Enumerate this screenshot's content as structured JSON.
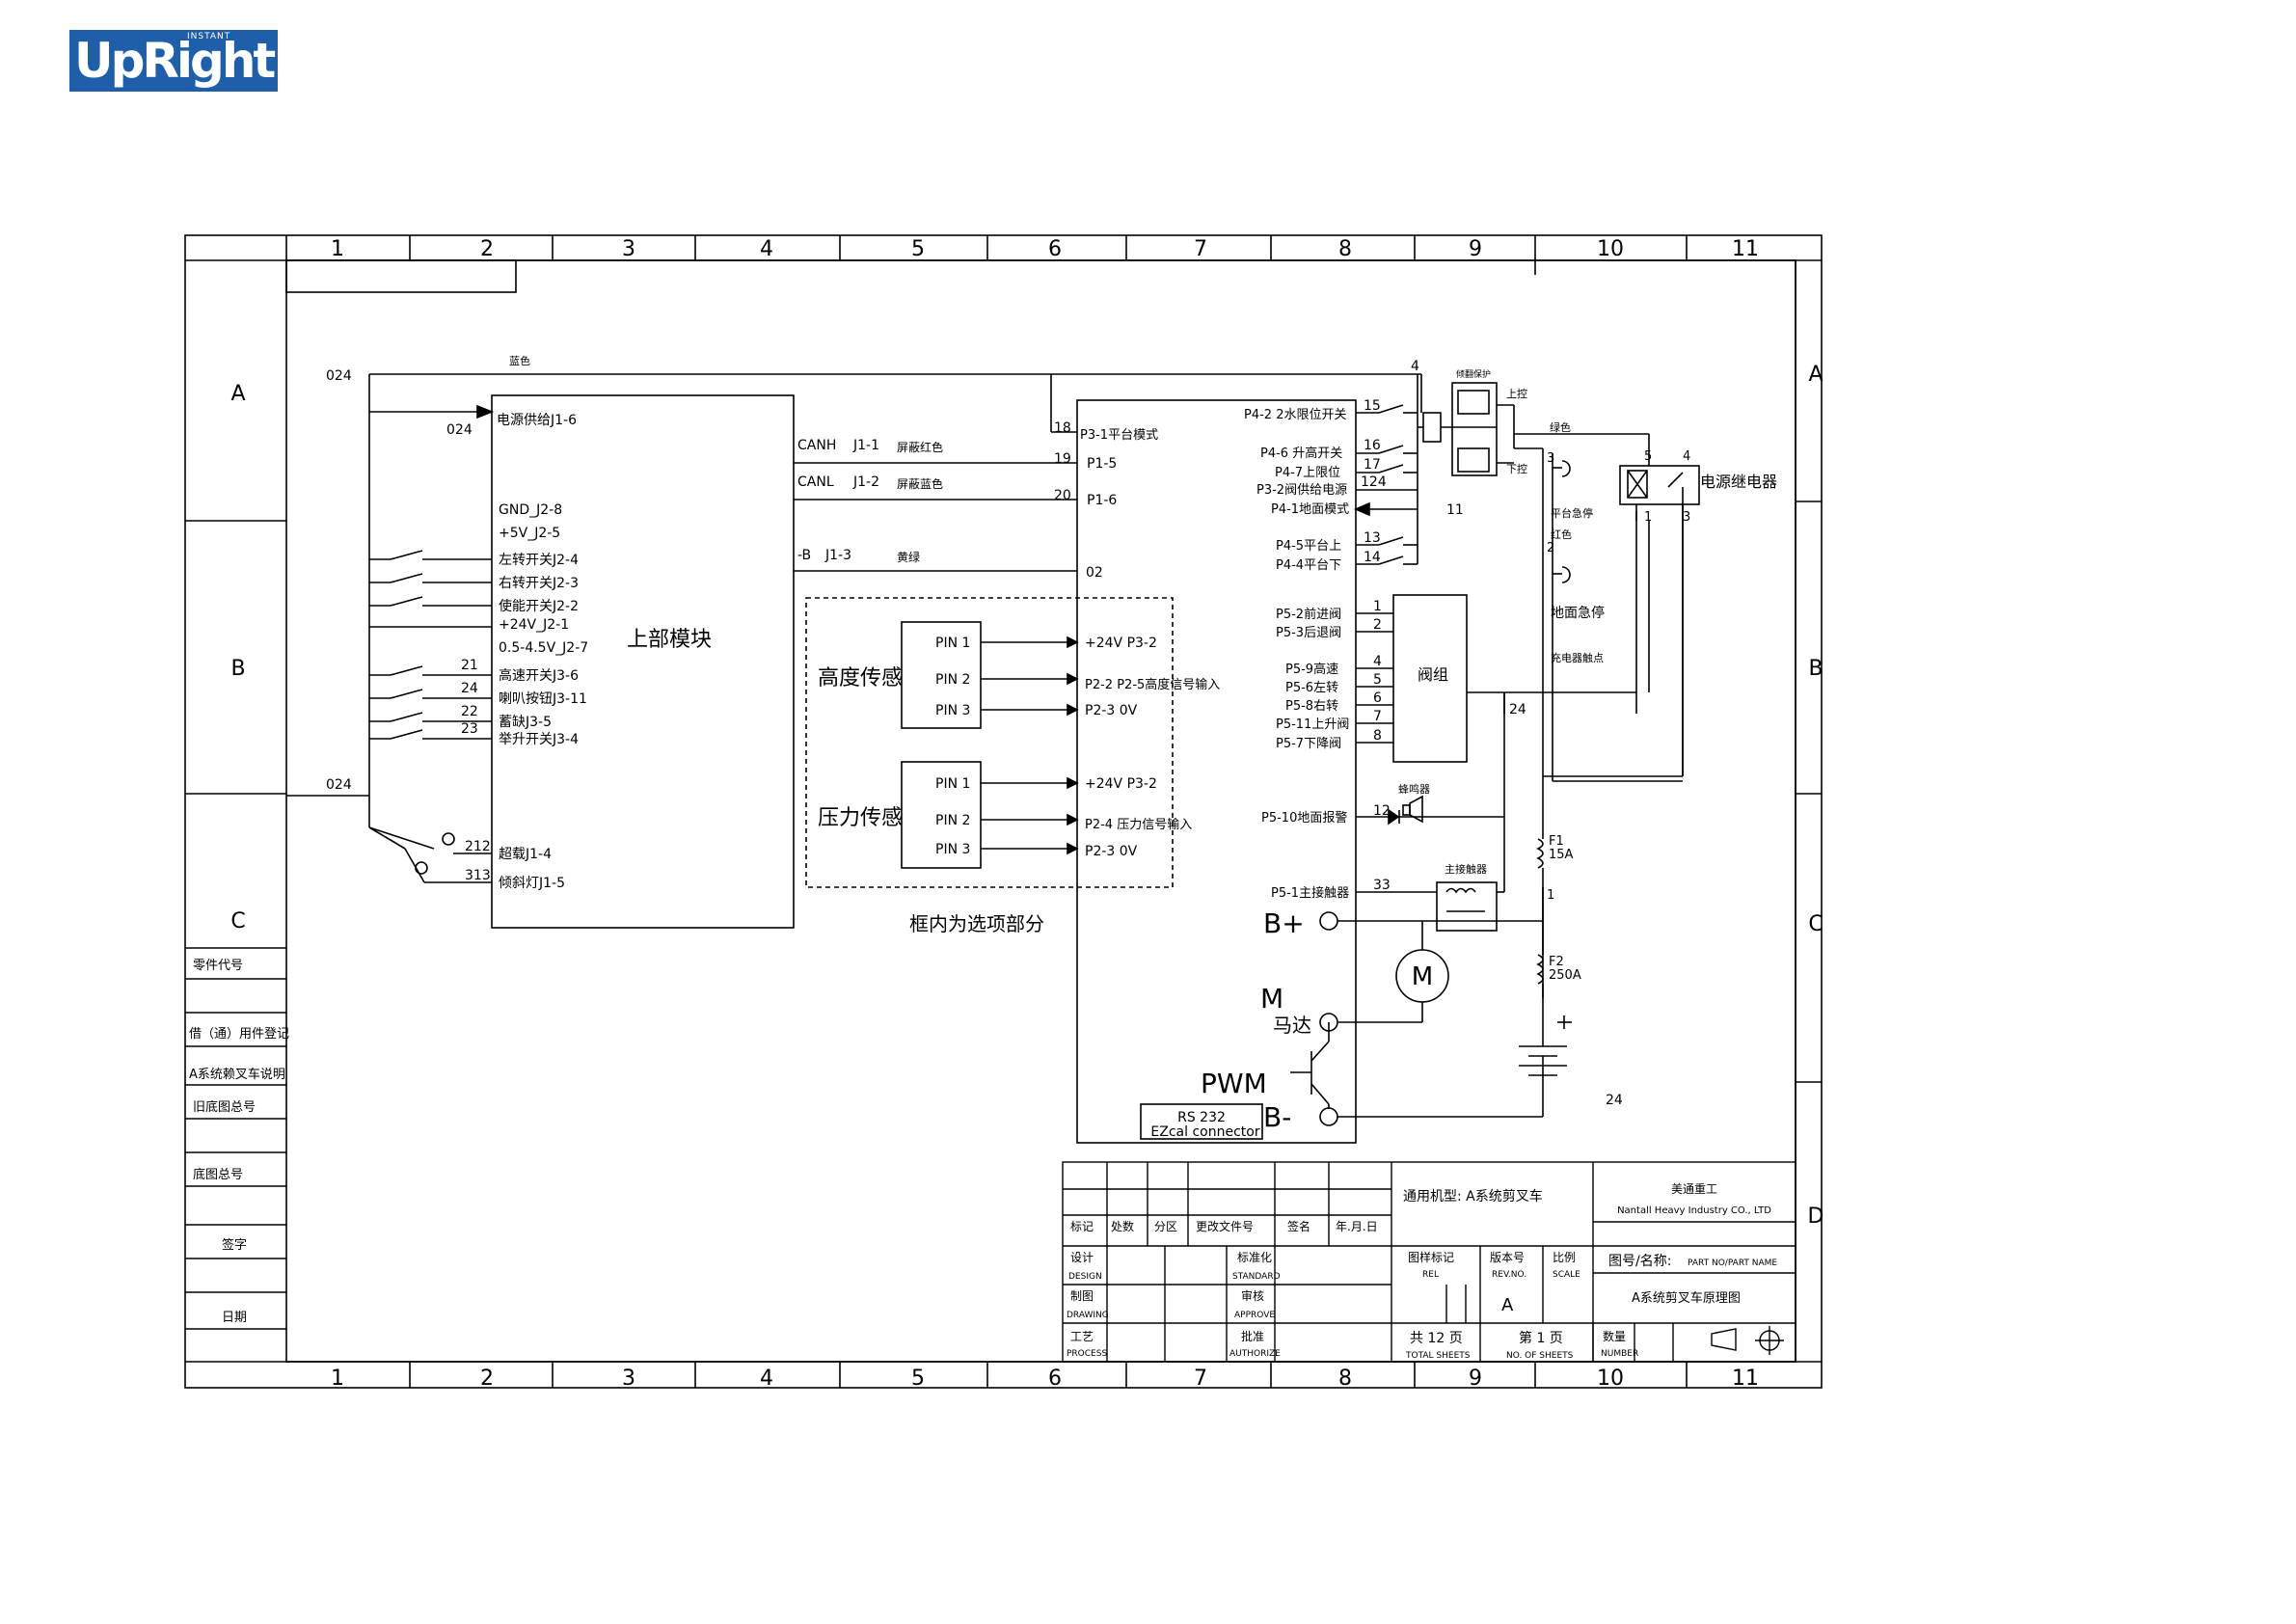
{
  "logo": {
    "brand": "UpRight",
    "tag": "INSTANT"
  },
  "frame": {
    "columns": [
      "1",
      "2",
      "3",
      "4",
      "5",
      "6",
      "7",
      "8",
      "9",
      "10",
      "11"
    ],
    "rows": [
      "A",
      "B",
      "C",
      "D"
    ]
  },
  "side_table": [
    "零件代号",
    "借（通）用件登记",
    "A系统赖叉车说明",
    "旧底图总号",
    "底图总号",
    "签字",
    "日期"
  ],
  "wires": {
    "n024_top": "024",
    "n024_left": "024",
    "n024_bottom": "024",
    "blue": "蓝色",
    "n4": "4",
    "n11": "11",
    "n24a": "24",
    "n24b": "24",
    "green": "绿色"
  },
  "upper_module": {
    "title": "上部模块",
    "power": "电源供给J1-6",
    "gnd": "GND_J2-8",
    "v5": "+5V_J2-5",
    "left_turn": "左转开关J2-4",
    "right_turn": "右转开关J2-3",
    "enable": "使能开关J2-2",
    "v24": "+24V_J2-1",
    "analog": "0.5-4.5V_J2-7",
    "high_speed": "高速开关J3-6",
    "horn": "喇叭按钮J3-11",
    "cutout": "蓄缺J3-5",
    "lift": "举升开关J3-4",
    "overload": "超载J1-4",
    "tilt_lamp": "倾斜灯J1-5",
    "n21": "21",
    "n24": "24",
    "n22": "22",
    "n23": "23",
    "n212": "212",
    "n313": "313"
  },
  "can_bus": {
    "canh": "CANH",
    "canh_pin": "J1-1",
    "canh_color": "屏蔽红色",
    "canl": "CANL",
    "canl_pin": "J1-2",
    "canl_color": "屏蔽蓝色",
    "negb": "-B",
    "negb_pin": "J1-3",
    "negb_color": "黄绿",
    "n19": "19",
    "n20": "20",
    "n18": "18",
    "n02": "02"
  },
  "optional": {
    "caption": "框内为选项部分",
    "height_sensor": "高度传感",
    "pressure_sensor": "压力传感",
    "pin1": "PIN 1",
    "pin2": "PIN 2",
    "pin3": "PIN 3",
    "p24_1": "+24V P3-2",
    "p_height": "P2-2 P2-5高度信号输入",
    "p0v_1": "P2-3 0V",
    "p24_2": "+24V P3-2",
    "p_pressure": "P2-4 压力信号输入",
    "p0v_2": "P2-3 0V"
  },
  "controller": {
    "p31": "P3-1平台模式",
    "p15": "P1-5",
    "p16": "P1-6",
    "p42": "P4-2 2水限位开关",
    "p46": "P4-6 升高开关",
    "p47": "P4-7上限位",
    "p32": "P3-2阀供给电源",
    "p41": "P4-1地面模式",
    "p45": "P4-5平台上",
    "p44": "P4-4平台下",
    "p52": "P5-2前进阀",
    "p53": "P5-3后退阀",
    "p59": "P5-9高速",
    "p56": "P5-6左转",
    "p58": "P5-8右转",
    "p511": "P5-11上升阀",
    "p57": "P5-7下降阀",
    "p510": "P5-10地面报警",
    "p51": "P5-1主接触器",
    "bplus": "B+",
    "m": "M",
    "motor_cn": "马达",
    "pwm": "PWM",
    "bminus": "B-",
    "rs232": "RS 232",
    "ezcal": "EZcal connector",
    "n15": "15",
    "n16": "16",
    "n17": "17",
    "n124": "124",
    "n13": "13",
    "n14": "14",
    "n1": "1",
    "n2": "2",
    "n4": "4",
    "n5": "5",
    "n6": "6",
    "n7": "7",
    "n8": "8",
    "n12": "12",
    "n33": "33"
  },
  "right_side": {
    "valve_block": "阀组",
    "buzzer": "蜂鸣器",
    "main_contactor": "主接触器",
    "relay_top": "倾翻保护",
    "up": "上控",
    "down": "下控",
    "power_relay": "电源继电器",
    "platform_estop": "平台急停",
    "red": "红色",
    "ground_estop": "地面急停",
    "charger": "充电器触点",
    "f1": "F1",
    "f1_rating": "15A",
    "f2": "F2",
    "f2_rating": "250A",
    "motor": "M",
    "r3": "3",
    "r4": "4",
    "r5": "5",
    "r1": "1",
    "r1b": "1",
    "r2": "2",
    "r3b": "3"
  },
  "title_block": {
    "rev_headers": [
      "标记",
      "处数",
      "分区",
      "更改文件号",
      "签名",
      "年.月.日"
    ],
    "design": "设计",
    "design_en": "DESIGN",
    "drawing": "制图",
    "drawing_en": "DRAWING",
    "process": "工艺",
    "process_en": "PROCESS",
    "standard": "标准化",
    "standard_en": "STANDARD",
    "approve": "审核",
    "approve_en": "APPROVE",
    "authorize": "批准",
    "authorize_en": "AUTHORIZE",
    "model": "通用机型: A系统剪叉车",
    "ref": "图样标记",
    "ref_en": "REL",
    "rev": "版本号",
    "rev_en": "REV.NO.",
    "scale": "比例",
    "scale_en": "SCALE",
    "rev_value": "A",
    "total": "共 12 页",
    "total_en": "TOTAL SHEETS",
    "sheet": "第 1 页",
    "sheet_en": "NO. OF SHEETS",
    "qty": "数量",
    "qty_en": "NUMBER",
    "company_cn": "美通重工",
    "company_en": "Nantall Heavy Industry CO., LTD",
    "part_label": "图号/名称:",
    "part_label_en": "PART NO/PART NAME",
    "part_name": "A系统剪叉车原理图"
  }
}
